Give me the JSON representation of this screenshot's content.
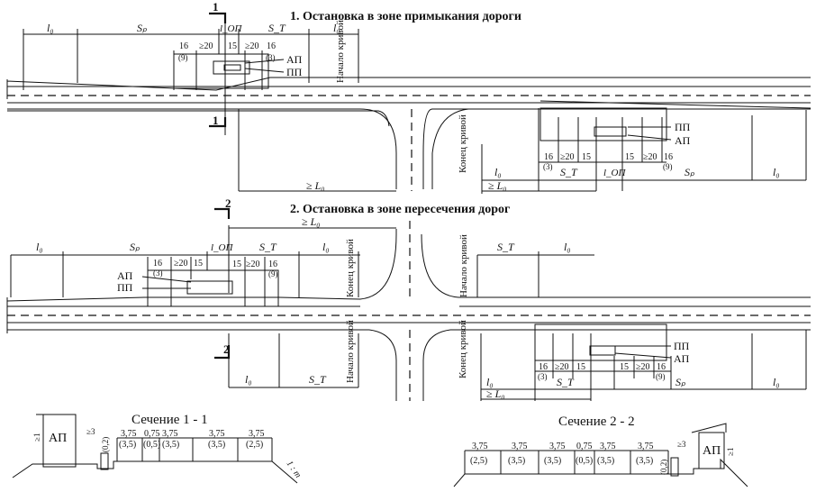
{
  "scheme1": {
    "title": "1. Остановка в зоне примыкания дороги",
    "section_mark": "1",
    "labels": {
      "l0": "l₀",
      "sp": "Sₚ",
      "lop": "l_ОП",
      "st": "S_Т",
      "n16": "16",
      "n9": "(9)",
      "ge20": "≥20",
      "n15": "15",
      "n3": "(3)",
      "ap": "АП",
      "pp": "ПП",
      "curve_start": "Начало кривой",
      "curve_end": "Конец кривой",
      "ge_l0": "≥ L₀"
    }
  },
  "scheme2": {
    "title": "2. Остановка в зоне пересечения дорог",
    "section_mark": "2",
    "labels": {
      "l0": "l₀",
      "sp": "Sₚ",
      "st": "S_Т",
      "lop": "l_ОП",
      "n16": "16",
      "n9": "(9)",
      "ge20": "≥20",
      "n15": "15",
      "n3": "(3)",
      "ap": "АП",
      "pp": "ПП",
      "curve_start": "Начало кривой",
      "curve_end": "Конец кривой",
      "ge_l0": "≥ L₀"
    }
  },
  "section1": {
    "title": "Сечение 1 - 1",
    "ap": "АП",
    "ge1": "≥1",
    "ge3": "≥3",
    "n02": "(0,2)",
    "widths": [
      "3,75",
      "0,75",
      "3,75",
      "3,75",
      "3,75"
    ],
    "widths_alt": [
      "(3,5)",
      "(0,5)",
      "(3,5)",
      "(3,5)",
      "(2,5)"
    ],
    "slope": "1 : m"
  },
  "section2": {
    "title": "Сечение 2 - 2",
    "ap": "АП",
    "ge1": "≥1",
    "ge3": "≥3",
    "n02": "(0,2)",
    "widths": [
      "3,75",
      "3,75",
      "3,75",
      "0,75",
      "3,75",
      "3,75"
    ],
    "widths_alt": [
      "(2,5)",
      "(3,5)",
      "(3,5)",
      "(0,5)",
      "(3,5)",
      "(3,5)"
    ]
  }
}
